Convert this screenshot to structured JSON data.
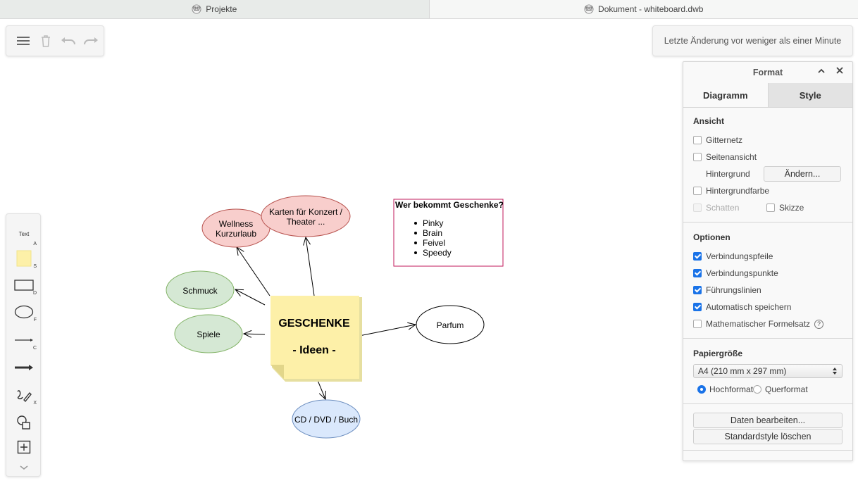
{
  "tabs": [
    {
      "label": "Projekte",
      "active": false
    },
    {
      "label": "Dokument - whiteboard.dwb",
      "active": true
    }
  ],
  "status": {
    "text": "Letzte Änderung vor weniger als einer Minute"
  },
  "toolbar": {
    "icons": [
      "menu-icon",
      "trash-icon",
      "undo-icon",
      "redo-icon"
    ]
  },
  "shapes": {
    "text_label": "Text",
    "keys": {
      "text": "A",
      "sticky": "S",
      "rect": "D",
      "ellipse": "F",
      "line": "C",
      "freehand": "X"
    }
  },
  "diagram": {
    "center_line1": "GESCHENKE",
    "center_line2": "- Ideen -",
    "wellness": "Wellness\nKurzurlaub",
    "wellness_l1": "Wellness",
    "wellness_l2": "Kurzurlaub",
    "karten_l1": "Karten für Konzert /",
    "karten_l2": "Theater ...",
    "schmuck": "Schmuck",
    "spiele": "Spiele",
    "parfum": "Parfum",
    "cd": "CD / DVD / Buch",
    "note_title": "Wer bekommt Geschenke?",
    "note_items": [
      "Pinky",
      "Brain",
      "Feivel",
      "Speedy"
    ]
  },
  "format": {
    "title": "Format",
    "tabs": [
      "Diagramm",
      "Style"
    ],
    "ansicht": {
      "title": "Ansicht",
      "gitternetz": "Gitternetz",
      "seitenansicht": "Seitenansicht",
      "hintergrund": "Hintergrund",
      "aendern": "Ändern...",
      "hintergrundfarbe": "Hintergrundfarbe",
      "schatten": "Schatten",
      "skizze": "Skizze"
    },
    "optionen": {
      "title": "Optionen",
      "verbindungspfeile": "Verbindungspfeile",
      "verbindungspunkte": "Verbindungspunkte",
      "fuehrungslinien": "Führungslinien",
      "automatisch": "Automatisch speichern",
      "mathe": "Mathematischer Formelsatz"
    },
    "papier": {
      "title": "Papiergröße",
      "selected": "A4 (210 mm x 297 mm)",
      "hoch": "Hochformat",
      "quer": "Querformat"
    },
    "buttons": {
      "daten": "Daten bearbeiten...",
      "standard": "Standardstyle löschen"
    }
  },
  "colors": {
    "sticky": "#fdf0a8",
    "red_ellipse": "#f8cecc",
    "green_ellipse": "#d5e8d4",
    "blue_ellipse": "#dae8fc",
    "note_border": "#c2185b",
    "accent": "#1a73e8"
  }
}
